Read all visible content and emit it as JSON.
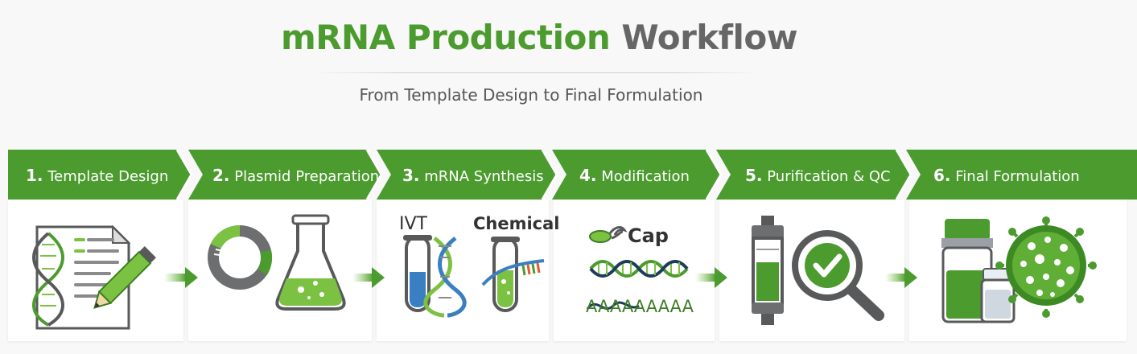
{
  "header": {
    "title_green": "mRNA Production",
    "title_gray": "Workflow",
    "subtitle": "From Template Design to Final Formulation"
  },
  "steps": [
    {
      "number": "1.",
      "label": "Template Design",
      "icon": "template-document-icon"
    },
    {
      "number": "2.",
      "label": "Plasmid Preparation",
      "icon": "plasmid-flask-icon"
    },
    {
      "number": "3.",
      "label": "mRNA Synthesis",
      "icon": "synthesis-tubes-icon"
    },
    {
      "number": "4.",
      "label": "Modification",
      "icon": "modification-icon"
    },
    {
      "number": "5.",
      "label": "Purification & QC",
      "icon": "purification-qc-icon"
    },
    {
      "number": "6.",
      "label": "Final Formulation",
      "icon": "formulation-vials-icon"
    }
  ],
  "synthesis": {
    "ivt_label": "IVT",
    "chemical_label": "Chemical"
  },
  "modification": {
    "cap_label": "Cap",
    "polya_label": "AAAAAAAAA"
  },
  "colors": {
    "brand_green": "#4c9b2f",
    "light_green": "#7cc242",
    "title_gray": "#666666",
    "blue": "#3a7fc1",
    "dark_gray": "#58595b"
  }
}
